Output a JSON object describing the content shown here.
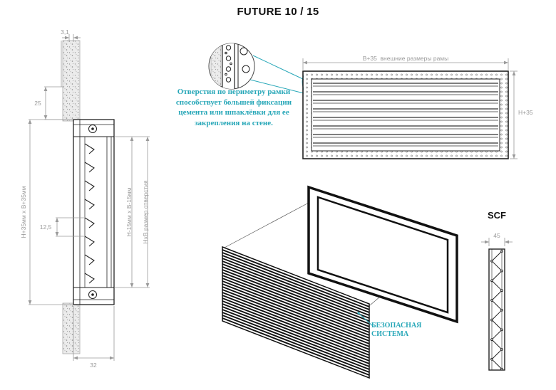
{
  "title": "FUTURE 10 / 15",
  "colors": {
    "accent": "#27a7b8",
    "line": "#222222",
    "dim": "#9a9a9a"
  },
  "section_view": {
    "dim_gap": "3,1",
    "dim_overlap": "25",
    "dim_pitch": "12,5",
    "dim_depth": "32",
    "label_outer_size": "H+35мм х В+35мм",
    "label_hole_size": "H-15мм х В-15мм",
    "label_hole_caption": "HхВ размер отверстия"
  },
  "detail_note": "Отверстия по периметру рамки способствует большей фиксации цемента или шпаклёвки для ее закрепления на стене.",
  "front_view": {
    "width_label": "B+35  внешние размеры рамы",
    "height_label": "H+35"
  },
  "iso_view": {
    "callout_line1": "БЕЗОПАСНАЯ",
    "callout_line2": "СИСТЕМА"
  },
  "scf": {
    "label": "SCF",
    "dim_width": "45"
  }
}
